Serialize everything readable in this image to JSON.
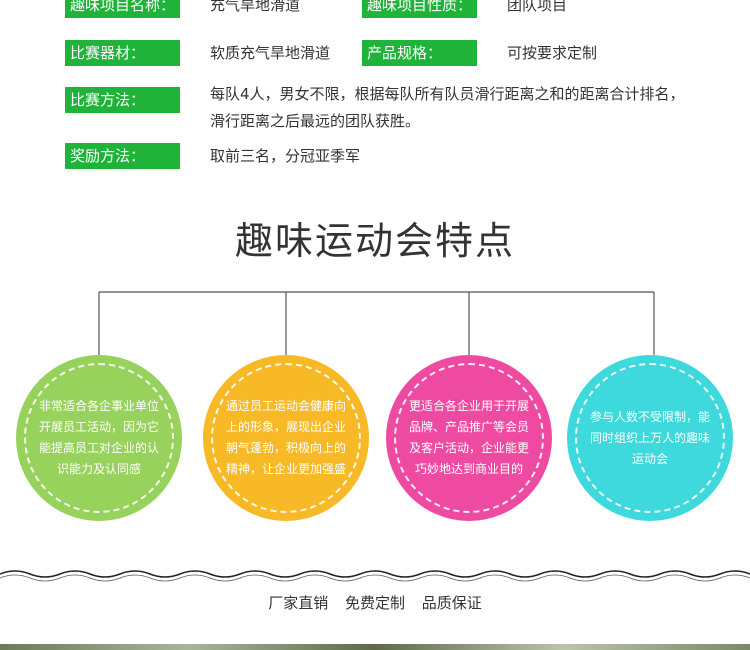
{
  "info": {
    "row1": {
      "label1": "趣味项目名称：",
      "value1": "充气旱地滑道",
      "label2": "趣味项目性质：",
      "value2": "团队项目"
    },
    "row2": {
      "label1": "比赛器材：",
      "value1": "软质充气旱地滑道",
      "label2": "产品规格：",
      "value2": "可按要求定制"
    },
    "row3": {
      "label": "比赛方法：",
      "line1": "每队4人，男女不限，根据每队所有队员滑行距离之和的距离合计排名，",
      "line2": "滑行距离之后最远的团队获胜。"
    },
    "row4": {
      "label": "奖励方法：",
      "value": "取前三名，分冠亚季军"
    }
  },
  "section_title": "趣味运动会特点",
  "features": [
    {
      "color": "#97d25c",
      "lines": [
        "非常适合各企事业单位",
        "开展员工活动，因为它",
        "能提高员工对企业的认",
        "识能力及认同感"
      ]
    },
    {
      "color": "#f7b925",
      "lines": [
        "通过员工运动会健康向",
        "上的形象，展现出企业",
        "朝气蓬勃，积极向上的",
        "精神，让企业更加强盛"
      ]
    },
    {
      "color": "#ef4aa1",
      "lines": [
        "更适合各企业用于开展",
        "品牌、产品推广等会员",
        "及客户活动，企业能更",
        "巧妙地达到商业目的"
      ]
    },
    {
      "color": "#3dd9dc",
      "lines": [
        "参与人数不受限制，能",
        "同时组织上万人的趣味",
        "运动会"
      ]
    }
  ],
  "footer": [
    "厂家直销",
    "免费定制",
    "品质保证"
  ],
  "accent": "#1fb33a"
}
